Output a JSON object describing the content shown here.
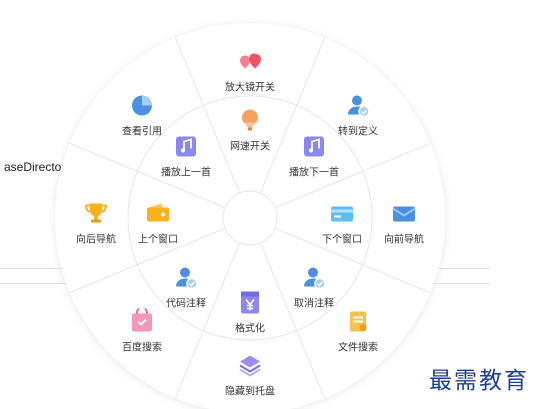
{
  "background": {
    "fragment_text": "aseDirector"
  },
  "wheel": {
    "outer": [
      {
        "id": "magnifier-toggle",
        "label": "放大镜开关",
        "icon": "hearts-icon",
        "color": "#f0606e"
      },
      {
        "id": "goto-definition",
        "label": "转到定义",
        "icon": "user-check-icon",
        "color": "#3d8fe0"
      },
      {
        "id": "forward-navigate",
        "label": "向前导航",
        "icon": "envelope-icon",
        "color": "#4a90e2"
      },
      {
        "id": "file-search",
        "label": "文件搜索",
        "icon": "document-icon",
        "color": "#f5c04f"
      },
      {
        "id": "hide-to-tray",
        "label": "隐藏到托盘",
        "icon": "layers-icon",
        "color": "#8b7be0"
      },
      {
        "id": "baidu-search",
        "label": "百度搜索",
        "icon": "bag-icon",
        "color": "#f06aa0"
      },
      {
        "id": "back-navigate",
        "label": "向后导航",
        "icon": "trophy-icon",
        "color": "#f5b21c"
      },
      {
        "id": "view-references",
        "label": "查看引用",
        "icon": "pie-chart-icon",
        "color": "#4a90e2"
      }
    ],
    "inner": [
      {
        "id": "network-speed-toggle",
        "label": "网速开关",
        "icon": "hot-air-balloon-icon",
        "color": "#f5924a"
      },
      {
        "id": "play-next",
        "label": "播放下一首",
        "icon": "music-note-icon",
        "color": "#6c6ae8"
      },
      {
        "id": "next-window",
        "label": "下个窗口",
        "icon": "card-icon",
        "color": "#4bb4ec"
      },
      {
        "id": "cancel-comment",
        "label": "取消注释",
        "icon": "user-check-icon",
        "color": "#3d8fe0"
      },
      {
        "id": "format",
        "label": "格式化",
        "icon": "yen-box-icon",
        "color": "#7a75e8"
      },
      {
        "id": "comment-code",
        "label": "代码注释",
        "icon": "user-check-icon",
        "color": "#3d8fe0"
      },
      {
        "id": "previous-window",
        "label": "上个窗口",
        "icon": "wallet-icon",
        "color": "#f5b21c"
      },
      {
        "id": "play-previous",
        "label": "播放上一首",
        "icon": "music-note-icon",
        "color": "#6c6ae8"
      }
    ]
  },
  "watermark": {
    "text": "最需教育"
  }
}
